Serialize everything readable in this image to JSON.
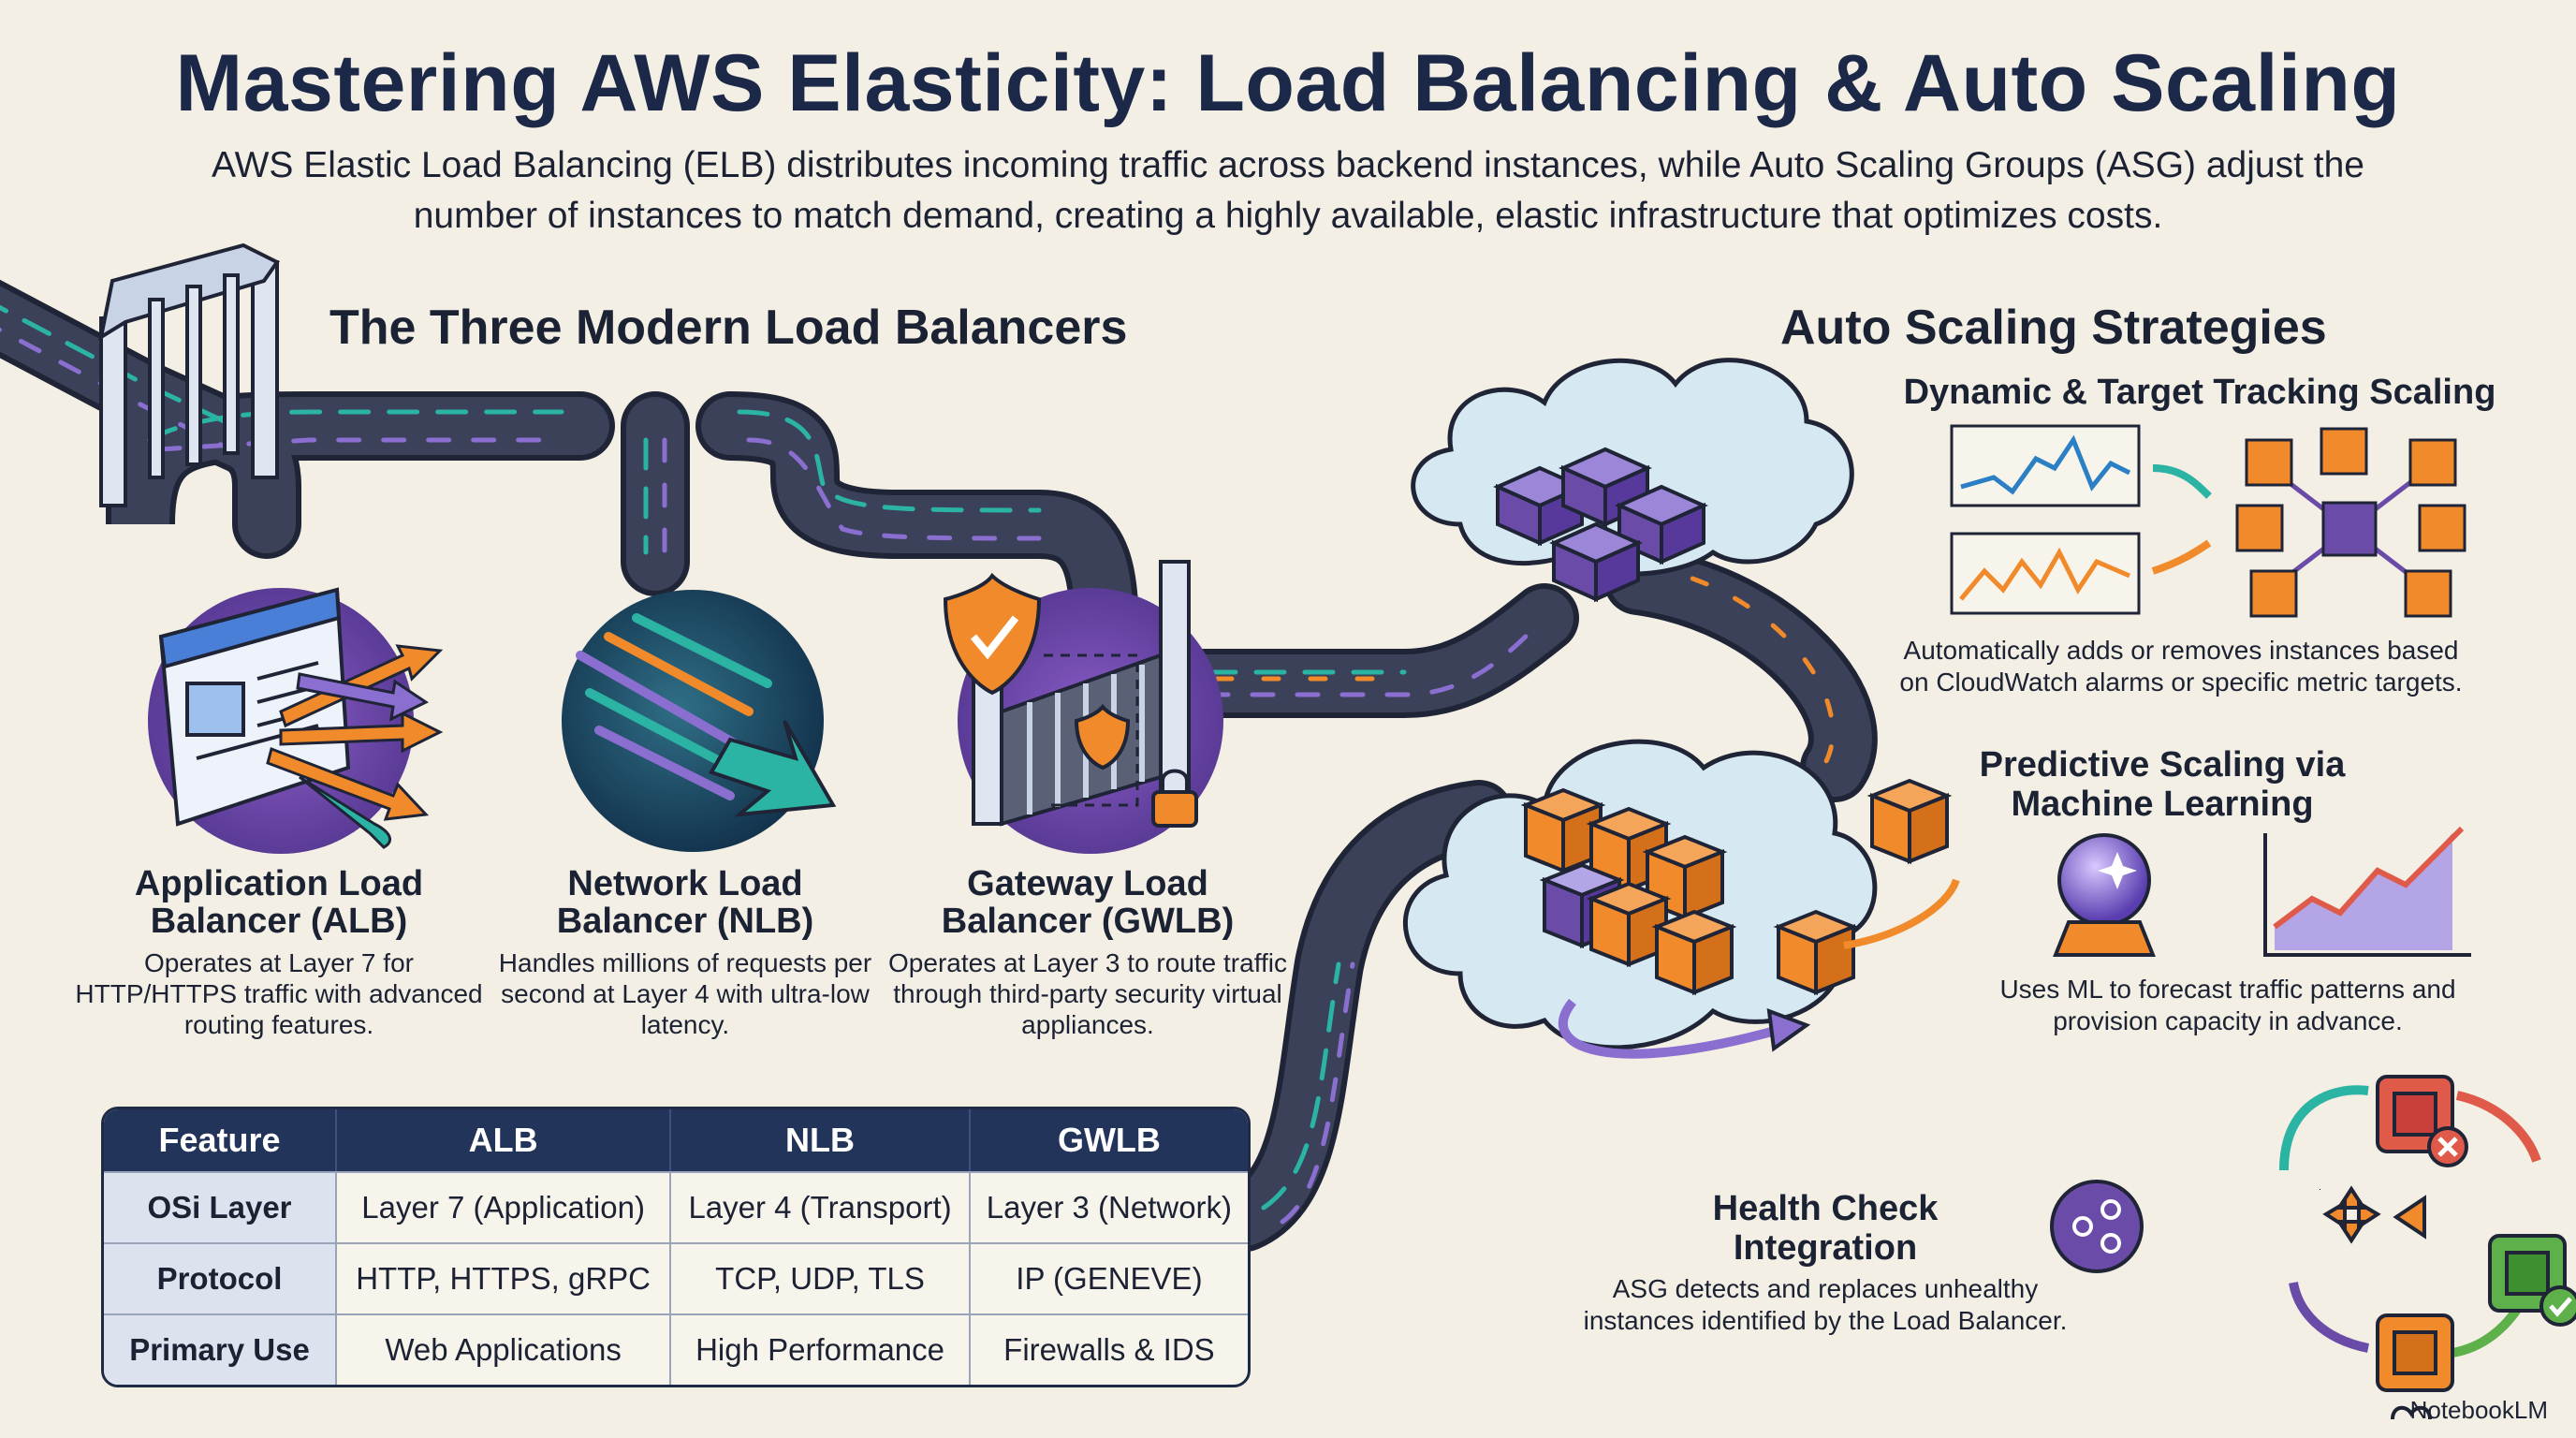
{
  "title": "Mastering AWS Elasticity: Load Balancing & Auto Scaling",
  "subtitle": "AWS Elastic Load Balancing (ELB) distributes incoming traffic across backend instances, while Auto Scaling Groups (ASG) adjust the number of instances to match demand, creating a highly available, elastic infrastructure that optimizes costs.",
  "load_balancers": {
    "heading": "The Three Modern Load Balancers",
    "items": [
      {
        "name": "Application Load Balancer (ALB)",
        "desc": "Operates at Layer 7 for HTTP/HTTPS traffic with advanced routing features."
      },
      {
        "name": "Network Load Balancer (NLB)",
        "desc": "Handles millions of requests per second at Layer 4 with ultra-low latency."
      },
      {
        "name": "Gateway Load Balancer (GWLB)",
        "desc": "Operates at Layer 3 to route traffic through third-party security virtual appliances."
      }
    ]
  },
  "table": {
    "headers": [
      "Feature",
      "ALB",
      "NLB",
      "GWLB"
    ],
    "rows": [
      [
        "OSi Layer",
        "Layer 7 (Application)",
        "Layer 4 (Transport)",
        "Layer 3 (Network)"
      ],
      [
        "Protocol",
        "HTTP, HTTPS, gRPC",
        "TCP, UDP, TLS",
        "IP (GENEVE)"
      ],
      [
        "Primary Use",
        "Web Applications",
        "High Performance",
        "Firewalls & IDS"
      ]
    ]
  },
  "auto_scaling": {
    "heading": "Auto Scaling Strategies",
    "strategies": [
      {
        "name": "Dynamic & Target Tracking Scaling",
        "desc": "Automatically adds or removes instances based on CloudWatch alarms or specific metric targets."
      },
      {
        "name": "Predictive Scaling via Machine Learning",
        "desc": "Uses ML to forecast traffic patterns and provision capacity in advance."
      },
      {
        "name": "Health Check Integration",
        "desc": "ASG detects and replaces unhealthy instances identified by the Load Balancer."
      }
    ]
  },
  "brand": "NotebookLM",
  "colors": {
    "road": "#3b4158",
    "teal": "#2bb3a3",
    "orange": "#f08a2a",
    "purple": "#6a4ba8",
    "navy": "#22345a",
    "cloud": "#d6e8f2"
  }
}
